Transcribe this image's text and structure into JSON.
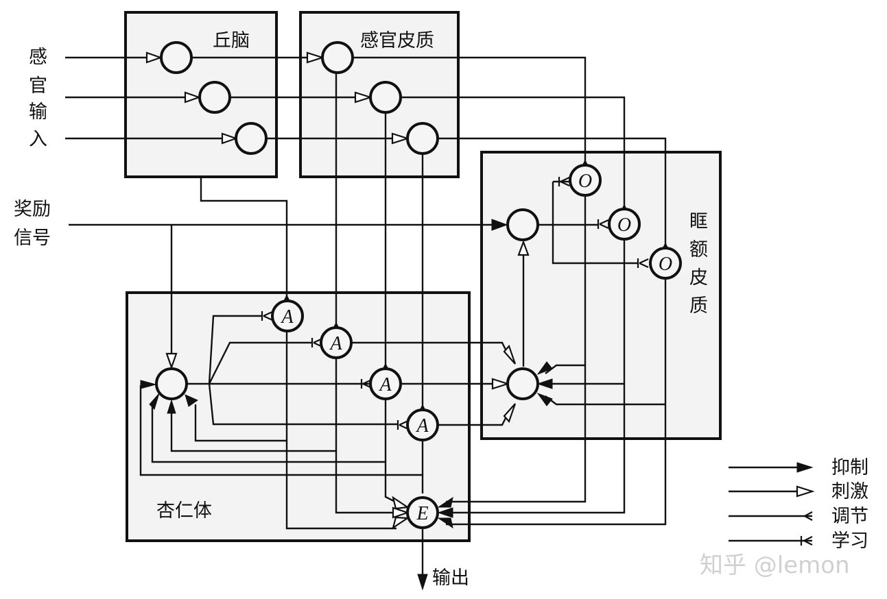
{
  "diagram": {
    "title": "Amygdala–Orbitofrontal learning model",
    "inputs": {
      "sensory_input": [
        "感",
        "官",
        "输",
        "入"
      ],
      "reward_signal": [
        "奖励",
        "信号"
      ]
    },
    "regions": {
      "thalamus": "丘脑",
      "sensory_cortex": "感官皮质",
      "orbitofrontal_cortex": [
        "眶",
        "额",
        "皮",
        "质"
      ],
      "amygdala": "杏仁体"
    },
    "node_labels": {
      "amygdala_node": "A",
      "orbitofrontal_node": "O",
      "output_node": "E"
    },
    "output_label": "输出",
    "legend": [
      {
        "label": "抑制",
        "arrow": "filled-triangle"
      },
      {
        "label": "刺激",
        "arrow": "hollow-triangle"
      },
      {
        "label": "调节",
        "arrow": "chevron"
      },
      {
        "label": "学习",
        "arrow": "bar-chevron"
      }
    ],
    "watermark": "知乎 @lemon"
  }
}
